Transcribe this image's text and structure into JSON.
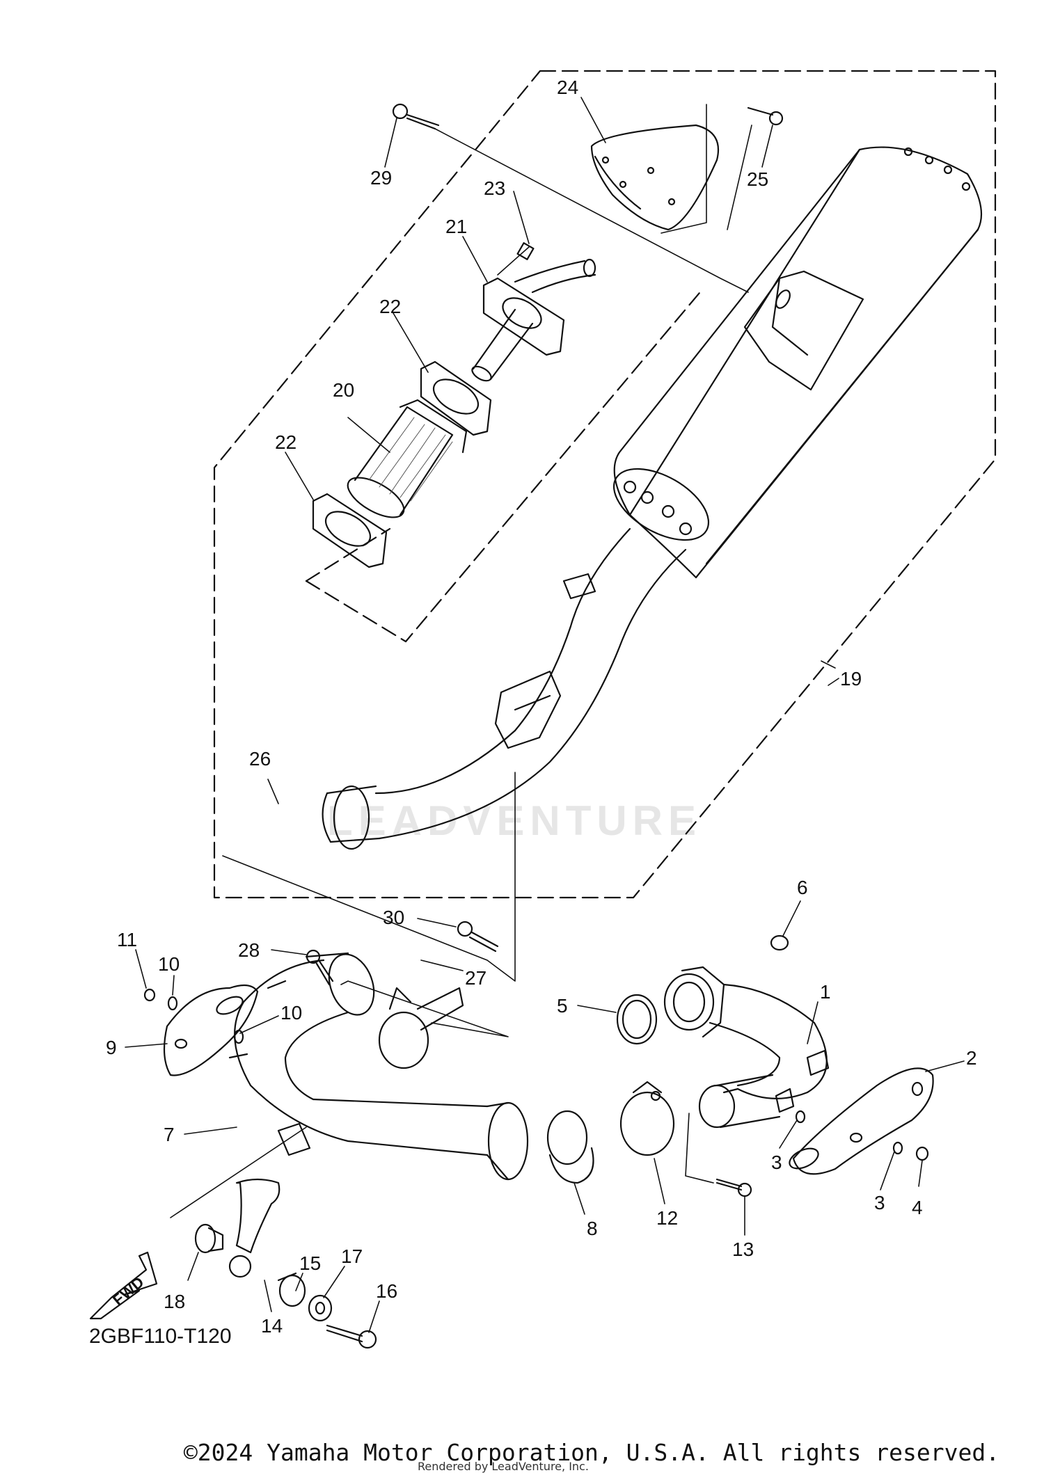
{
  "diagram": {
    "code": "2GBF110-T120",
    "watermark": "LEADVENTURE",
    "fwd_label": "FWD",
    "callouts": [
      "1",
      "2",
      "3",
      "3",
      "4",
      "5",
      "6",
      "7",
      "8",
      "9",
      "10",
      "10",
      "11",
      "12",
      "13",
      "14",
      "15",
      "16",
      "17",
      "18",
      "19",
      "20",
      "21",
      "22",
      "22",
      "23",
      "24",
      "25",
      "26",
      "27",
      "28",
      "29",
      "30"
    ]
  },
  "footer": {
    "copyright": "©2024 Yamaha Motor Corporation, U.S.A. All rights reserved.",
    "rendered_by": "Rendered by LeadVenture, Inc."
  }
}
